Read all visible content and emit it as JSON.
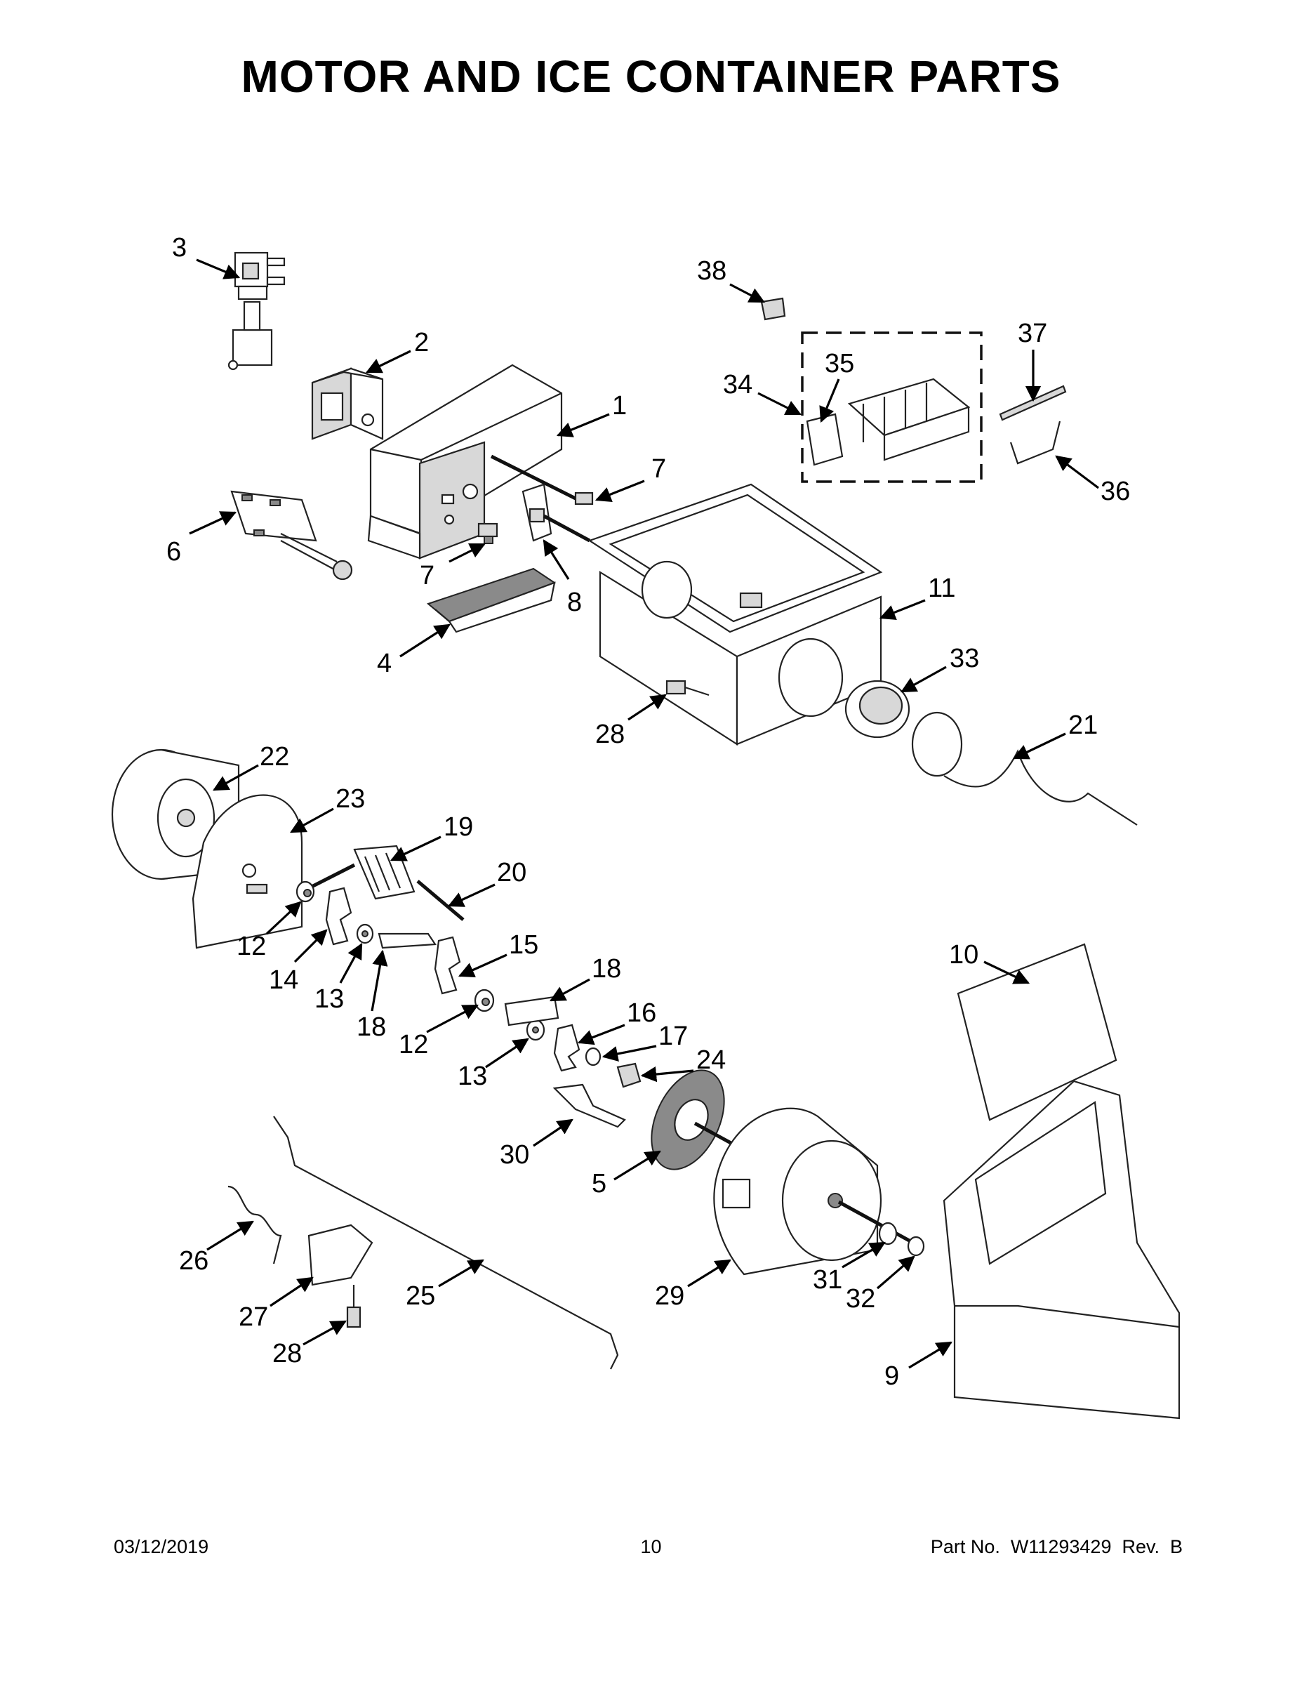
{
  "page": {
    "title": "MOTOR AND ICE CONTAINER PARTS",
    "footer": {
      "date": "03/12/2019",
      "page_number": "10",
      "part_number": "Part No.  W11293429  Rev.  B"
    }
  },
  "callouts": [
    {
      "id": "c3",
      "label": "3"
    },
    {
      "id": "c2",
      "label": "2"
    },
    {
      "id": "c1",
      "label": "1"
    },
    {
      "id": "c7a",
      "label": "7"
    },
    {
      "id": "c7b",
      "label": "7"
    },
    {
      "id": "c6",
      "label": "6"
    },
    {
      "id": "c8",
      "label": "8"
    },
    {
      "id": "c4",
      "label": "4"
    },
    {
      "id": "c11",
      "label": "11"
    },
    {
      "id": "c28a",
      "label": "28"
    },
    {
      "id": "c33",
      "label": "33"
    },
    {
      "id": "c21",
      "label": "21"
    },
    {
      "id": "c38",
      "label": "38"
    },
    {
      "id": "c35",
      "label": "35"
    },
    {
      "id": "c34",
      "label": "34"
    },
    {
      "id": "c37",
      "label": "37"
    },
    {
      "id": "c36",
      "label": "36"
    },
    {
      "id": "c22",
      "label": "22"
    },
    {
      "id": "c23",
      "label": "23"
    },
    {
      "id": "c19",
      "label": "19"
    },
    {
      "id": "c20",
      "label": "20"
    },
    {
      "id": "c12a",
      "label": "12"
    },
    {
      "id": "c14",
      "label": "14"
    },
    {
      "id": "c13a",
      "label": "13"
    },
    {
      "id": "c18a",
      "label": "18"
    },
    {
      "id": "c12b",
      "label": "12"
    },
    {
      "id": "c15",
      "label": "15"
    },
    {
      "id": "c18b",
      "label": "18"
    },
    {
      "id": "c16",
      "label": "16"
    },
    {
      "id": "c17",
      "label": "17"
    },
    {
      "id": "c13b",
      "label": "13"
    },
    {
      "id": "c24",
      "label": "24"
    },
    {
      "id": "c30",
      "label": "30"
    },
    {
      "id": "c5",
      "label": "5"
    },
    {
      "id": "c10",
      "label": "10"
    },
    {
      "id": "c26",
      "label": "26"
    },
    {
      "id": "c27",
      "label": "27"
    },
    {
      "id": "c28b",
      "label": "28"
    },
    {
      "id": "c25",
      "label": "25"
    },
    {
      "id": "c29",
      "label": "29"
    },
    {
      "id": "c31",
      "label": "31"
    },
    {
      "id": "c32",
      "label": "32"
    },
    {
      "id": "c9",
      "label": "9"
    }
  ]
}
